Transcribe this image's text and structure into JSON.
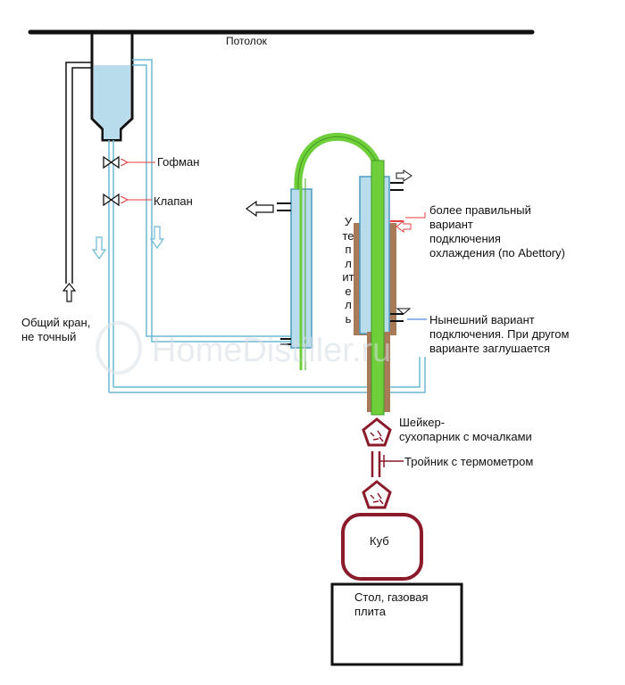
{
  "labels": {
    "ceiling": "Потолок",
    "gofman": "Гофман",
    "valve": "Клапан",
    "tap_line1": "Общий кран,",
    "tap_line2": "не точный",
    "better_line1": "более правильный",
    "better_line2": "вариант",
    "better_line3": "подключения",
    "better_line4": "охлаждения (по Abettory)",
    "current_line1": "Нынешний вариант",
    "current_line2": "подключения. При другом",
    "current_line3": "варианте заглушается",
    "insulation": "Утеплитель",
    "shaker_line1": "Шейкер-",
    "shaker_line2": "сухопарник с мочалками",
    "tee": "Тройник  с термометром",
    "cube": "Куб",
    "table_line1": "Стол, газовая",
    "table_line2": "плита"
  },
  "watermark": "HomeDistiller.ru",
  "colors": {
    "water": "#b8dcec",
    "water_line": "#6ab8d4",
    "steam": "#6fcf3a",
    "insulation": "#a87a58",
    "cube": "#8b1a2b",
    "pointer": "#e04040",
    "outline": "#111111"
  }
}
